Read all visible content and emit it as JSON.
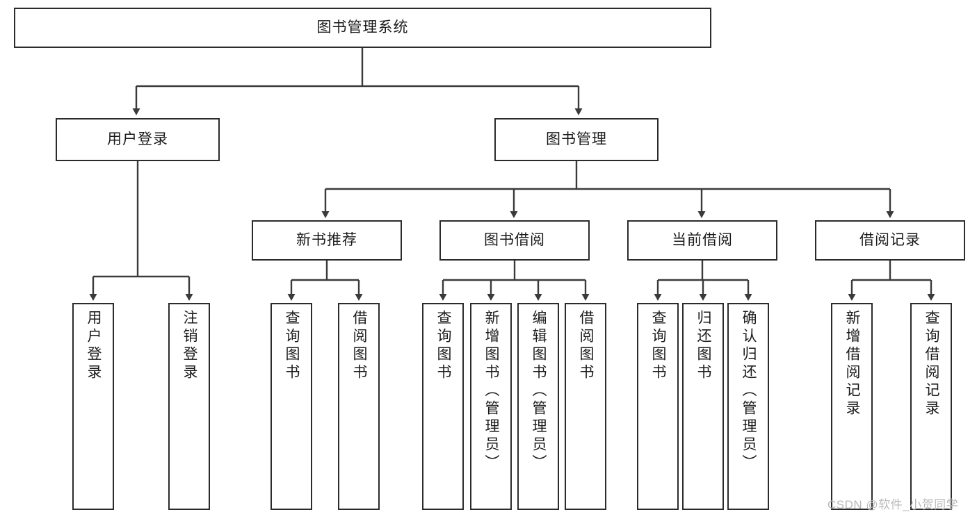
{
  "diagram": {
    "title": "图书管理系统",
    "type": "hierarchy-tree",
    "root": {
      "label": "图书管理系统"
    },
    "level1": [
      {
        "label": "用户登录"
      },
      {
        "label": "图书管理"
      }
    ],
    "level2": [
      {
        "label": "新书推荐"
      },
      {
        "label": "图书借阅"
      },
      {
        "label": "当前借阅"
      },
      {
        "label": "借阅记录"
      }
    ],
    "leaves": {
      "user_login": [
        {
          "label": "用户登录"
        },
        {
          "label": "注销登录"
        }
      ],
      "new_book_recommend": [
        {
          "label": "查询图书"
        },
        {
          "label": "借阅图书"
        }
      ],
      "book_borrow": [
        {
          "label": "查询图书"
        },
        {
          "label": "新增图书（管理员）"
        },
        {
          "label": "编辑图书（管理员）"
        },
        {
          "label": "借阅图书"
        }
      ],
      "current_borrow": [
        {
          "label": "查询图书"
        },
        {
          "label": "归还图书"
        },
        {
          "label": "确认归还（管理员）"
        }
      ],
      "borrow_record": [
        {
          "label": "新增借阅记录"
        },
        {
          "label": "查询借阅记录"
        }
      ]
    }
  },
  "watermark": {
    "text": "CSDN @软件_小贺同学"
  },
  "colors": {
    "box_border": "#2b2b2b",
    "line": "#3a3a3a",
    "text": "#1a1a1a",
    "background": "#ffffff",
    "watermark": "#b9b9b9"
  }
}
